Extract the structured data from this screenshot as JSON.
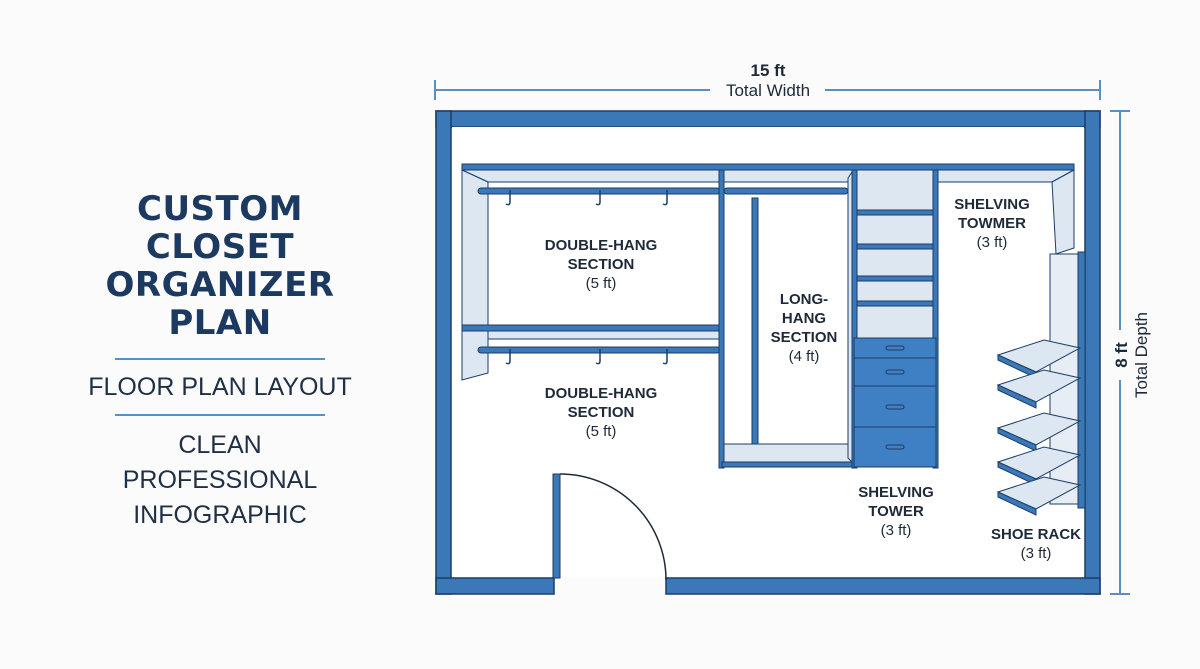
{
  "title": {
    "lines": [
      "CUSTOM",
      "CLOSET",
      "ORGANIZER",
      "PLAN"
    ],
    "subtitle": "FLOOR PLAN LAYOUT",
    "description": [
      "CLEAN",
      "PROFESSIONAL",
      "INFOGRAPHIC"
    ]
  },
  "dimensions": {
    "width": {
      "value": "15 ft",
      "label": "Total Width"
    },
    "depth": {
      "value": "8 ft",
      "label": "Total Depth"
    }
  },
  "sections": [
    {
      "name": "DOUBLE-HANG",
      "name2": "SECTION",
      "size": "(5 ft)"
    },
    {
      "name": "DOUBLE-HANG",
      "name2": "SECTION",
      "size": "(5 ft)"
    },
    {
      "name": "LONG-",
      "name2": "HANG",
      "name3": "SECTION",
      "size": "(4 ft)"
    },
    {
      "name": "SHELVING",
      "name2": "TOWMER",
      "size": "(3 ft)"
    },
    {
      "name": "SHELVING",
      "name2": "TOWER",
      "size": "(3 ft)"
    },
    {
      "name": "SHOE RACK",
      "size": "(3 ft)"
    }
  ],
  "colors": {
    "wall": "#3a78b8",
    "wall_dark": "#1c3d66",
    "panel": "#dce7f2",
    "accent_line": "#5a8fc2",
    "title": "#1c3a61"
  }
}
